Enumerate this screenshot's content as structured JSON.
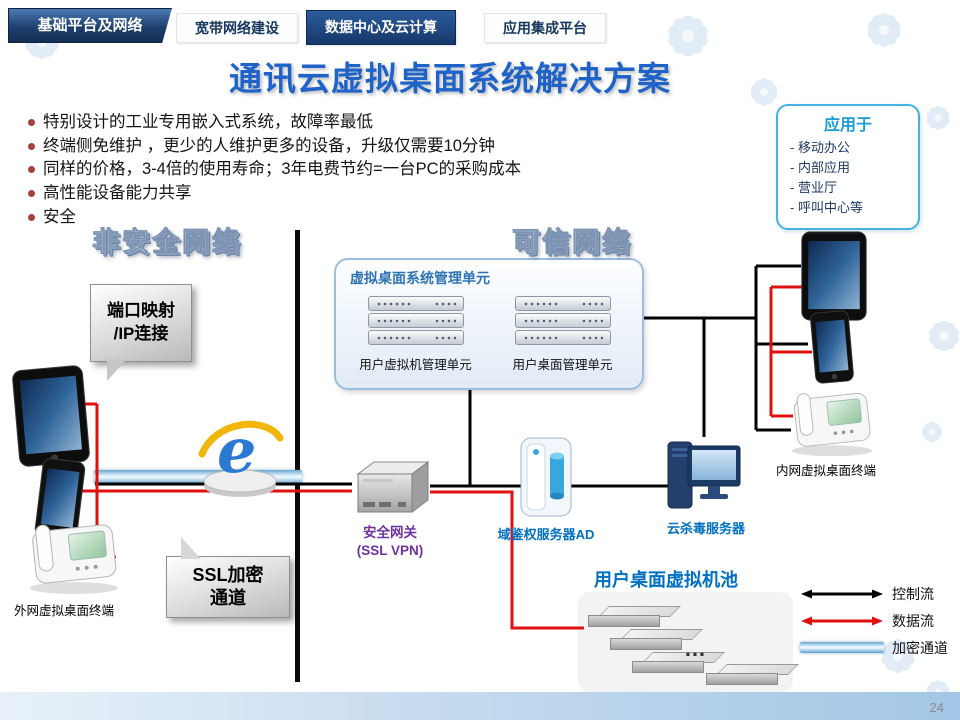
{
  "nav": {
    "ribbon_label": "基础平台及网络",
    "tabs": [
      {
        "label": "宽带网络建设"
      },
      {
        "label": "数据中心及云计算"
      },
      {
        "label": "应用集成平台"
      }
    ]
  },
  "title": "通讯云虚拟桌面系统解决方案",
  "bullets": [
    "特别设计的工业专用嵌入式系统，故障率最低",
    "终端侧免维护 ，更少的人维护更多的设备，升级仅需要10分钟",
    "同样的价格，3-4倍的使用寿命；3年电费节约=一台PC的采购成本",
    "高性能设备能力共享",
    "安全"
  ],
  "apply_box": {
    "title": "应用于",
    "items": [
      "- 移动办公",
      "- 内部应用",
      "- 营业厅",
      "- 呼叫中心等"
    ]
  },
  "zones": {
    "untrusted": "非安全网络",
    "trusted": "可信网络"
  },
  "callouts": {
    "port_mapping_line1": "端口映射",
    "port_mapping_line2": "/IP连接",
    "ssl_line1": "SSL加密",
    "ssl_line2": "通道"
  },
  "diagram": {
    "mgmt_title": "虚拟桌面系统管理单元",
    "mgmt_unit1": "用户虚拟机管理单元",
    "mgmt_unit2": "用户桌面管理单元",
    "gateway_label": "安全网关",
    "gateway_sublabel": "(SSL VPN)",
    "ad_label": "域鉴权服务器AD",
    "antivirus_label": "云杀毒服务器",
    "pool_label": "用户桌面虚拟机池",
    "pool_ellipsis": "…",
    "external_terminal_label": "外网虚拟桌面终端",
    "internal_terminal_label": "内网虚拟桌面终端"
  },
  "legend": {
    "items": [
      {
        "label": "控制流"
      },
      {
        "label": "数据流"
      },
      {
        "label": "加密通道"
      }
    ]
  },
  "colors": {
    "control": "#000000",
    "data": "#e01010",
    "encrypted": "#6fa8cf",
    "accent": "#0070c0",
    "purple": "#7030a0",
    "title": "#1f63c8"
  },
  "page_number": "24"
}
